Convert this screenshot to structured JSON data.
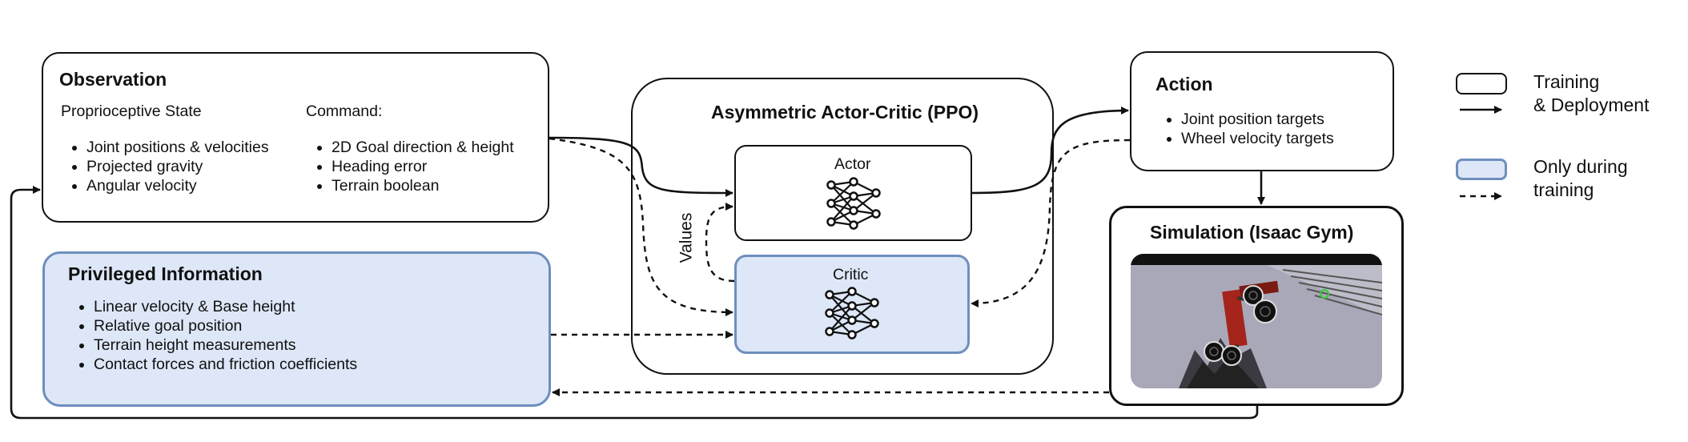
{
  "observation": {
    "title": "Observation",
    "proprio_heading": "Proprioceptive State",
    "proprio_items": [
      "Joint positions & velocities",
      "Projected gravity",
      "Angular velocity"
    ],
    "command_heading": "Command:",
    "command_items": [
      "2D Goal direction & height",
      "Heading error",
      "Terrain boolean"
    ]
  },
  "privileged": {
    "title": "Privileged Information",
    "items": [
      "Linear velocity & Base height",
      "Relative goal position",
      "Terrain height measurements",
      "Contact forces and friction coefficients"
    ]
  },
  "ppo": {
    "title": "Asymmetric Actor-Critic (PPO)",
    "actor_label": "Actor",
    "critic_label": "Critic",
    "values_label": "Values"
  },
  "action": {
    "title": "Action",
    "items": [
      "Joint position targets",
      "Wheel velocity targets"
    ]
  },
  "simulation": {
    "title": "Simulation (Isaac Gym)"
  },
  "legend": {
    "training_deployment": [
      "Training",
      "& Deployment"
    ],
    "only_training": [
      "Only during",
      "training"
    ]
  },
  "colors": {
    "privileged_fill": "#dde7f7",
    "privileged_border": "#6e8ebd",
    "robot_red": "#a5241c",
    "terrain": "#a9a8b8"
  }
}
